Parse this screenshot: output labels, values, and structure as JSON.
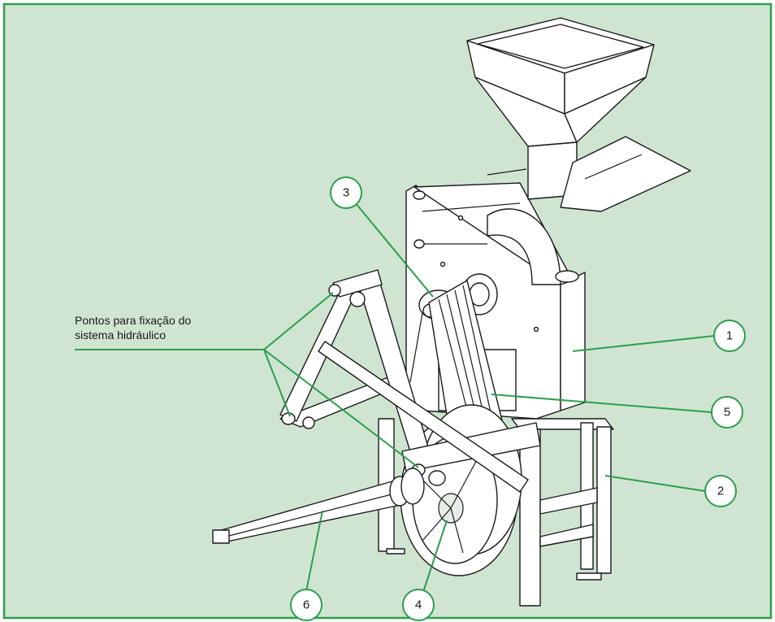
{
  "colors": {
    "background": "#cfe5d2",
    "frame": "#2e9e4d",
    "leader": "#2e9e4d",
    "line_art": "#1a1a1a"
  },
  "annotation": {
    "line1": "Pontos para fixação do",
    "line2": "sistema hidráulico"
  },
  "callouts": [
    "1",
    "2",
    "3",
    "4",
    "5",
    "6"
  ]
}
